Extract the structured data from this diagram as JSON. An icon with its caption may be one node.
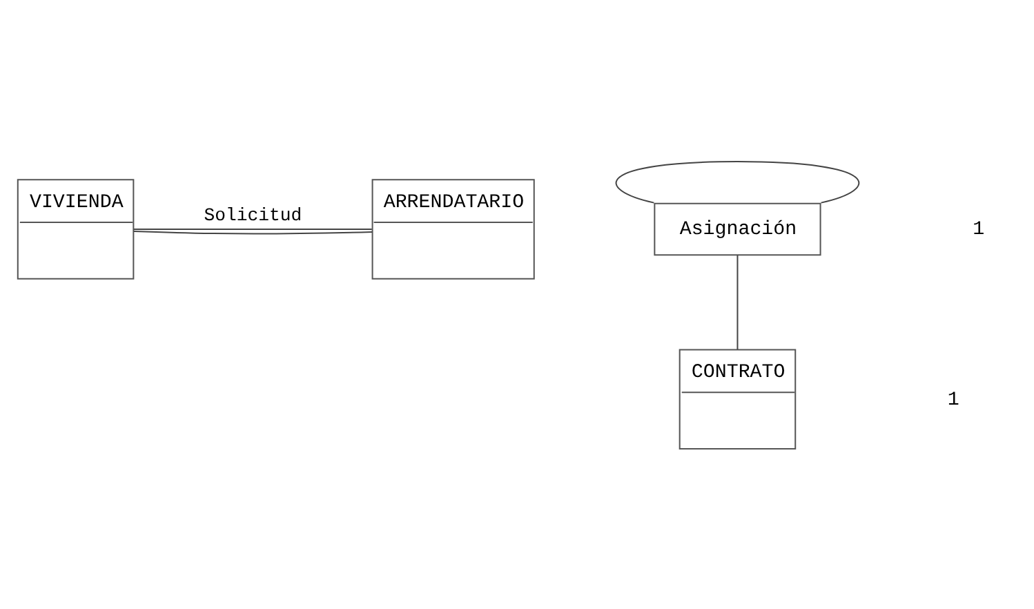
{
  "diagram": {
    "nodes": [
      {
        "text": [
          "VIVIENDA"
        ]
      },
      {
        "text": [
          "ARRENDATARIO"
        ]
      },
      {
        "text": [
          "Asignación"
        ]
      },
      {
        "text": [
          "CONTRATO"
        ]
      }
    ],
    "edges": [
      {
        "from": 0,
        "to": 1,
        "arrow": "none",
        "label": "Solicitud"
      },
      {
        "from": 0,
        "to": 1,
        "arrow": "none"
      },
      {
        "from": 2,
        "to": 2,
        "arrow": "none"
      },
      {
        "from": 2,
        "to": 3,
        "arrow": "none"
      }
    ],
    "labels": [
      "1",
      "1"
    ]
  }
}
